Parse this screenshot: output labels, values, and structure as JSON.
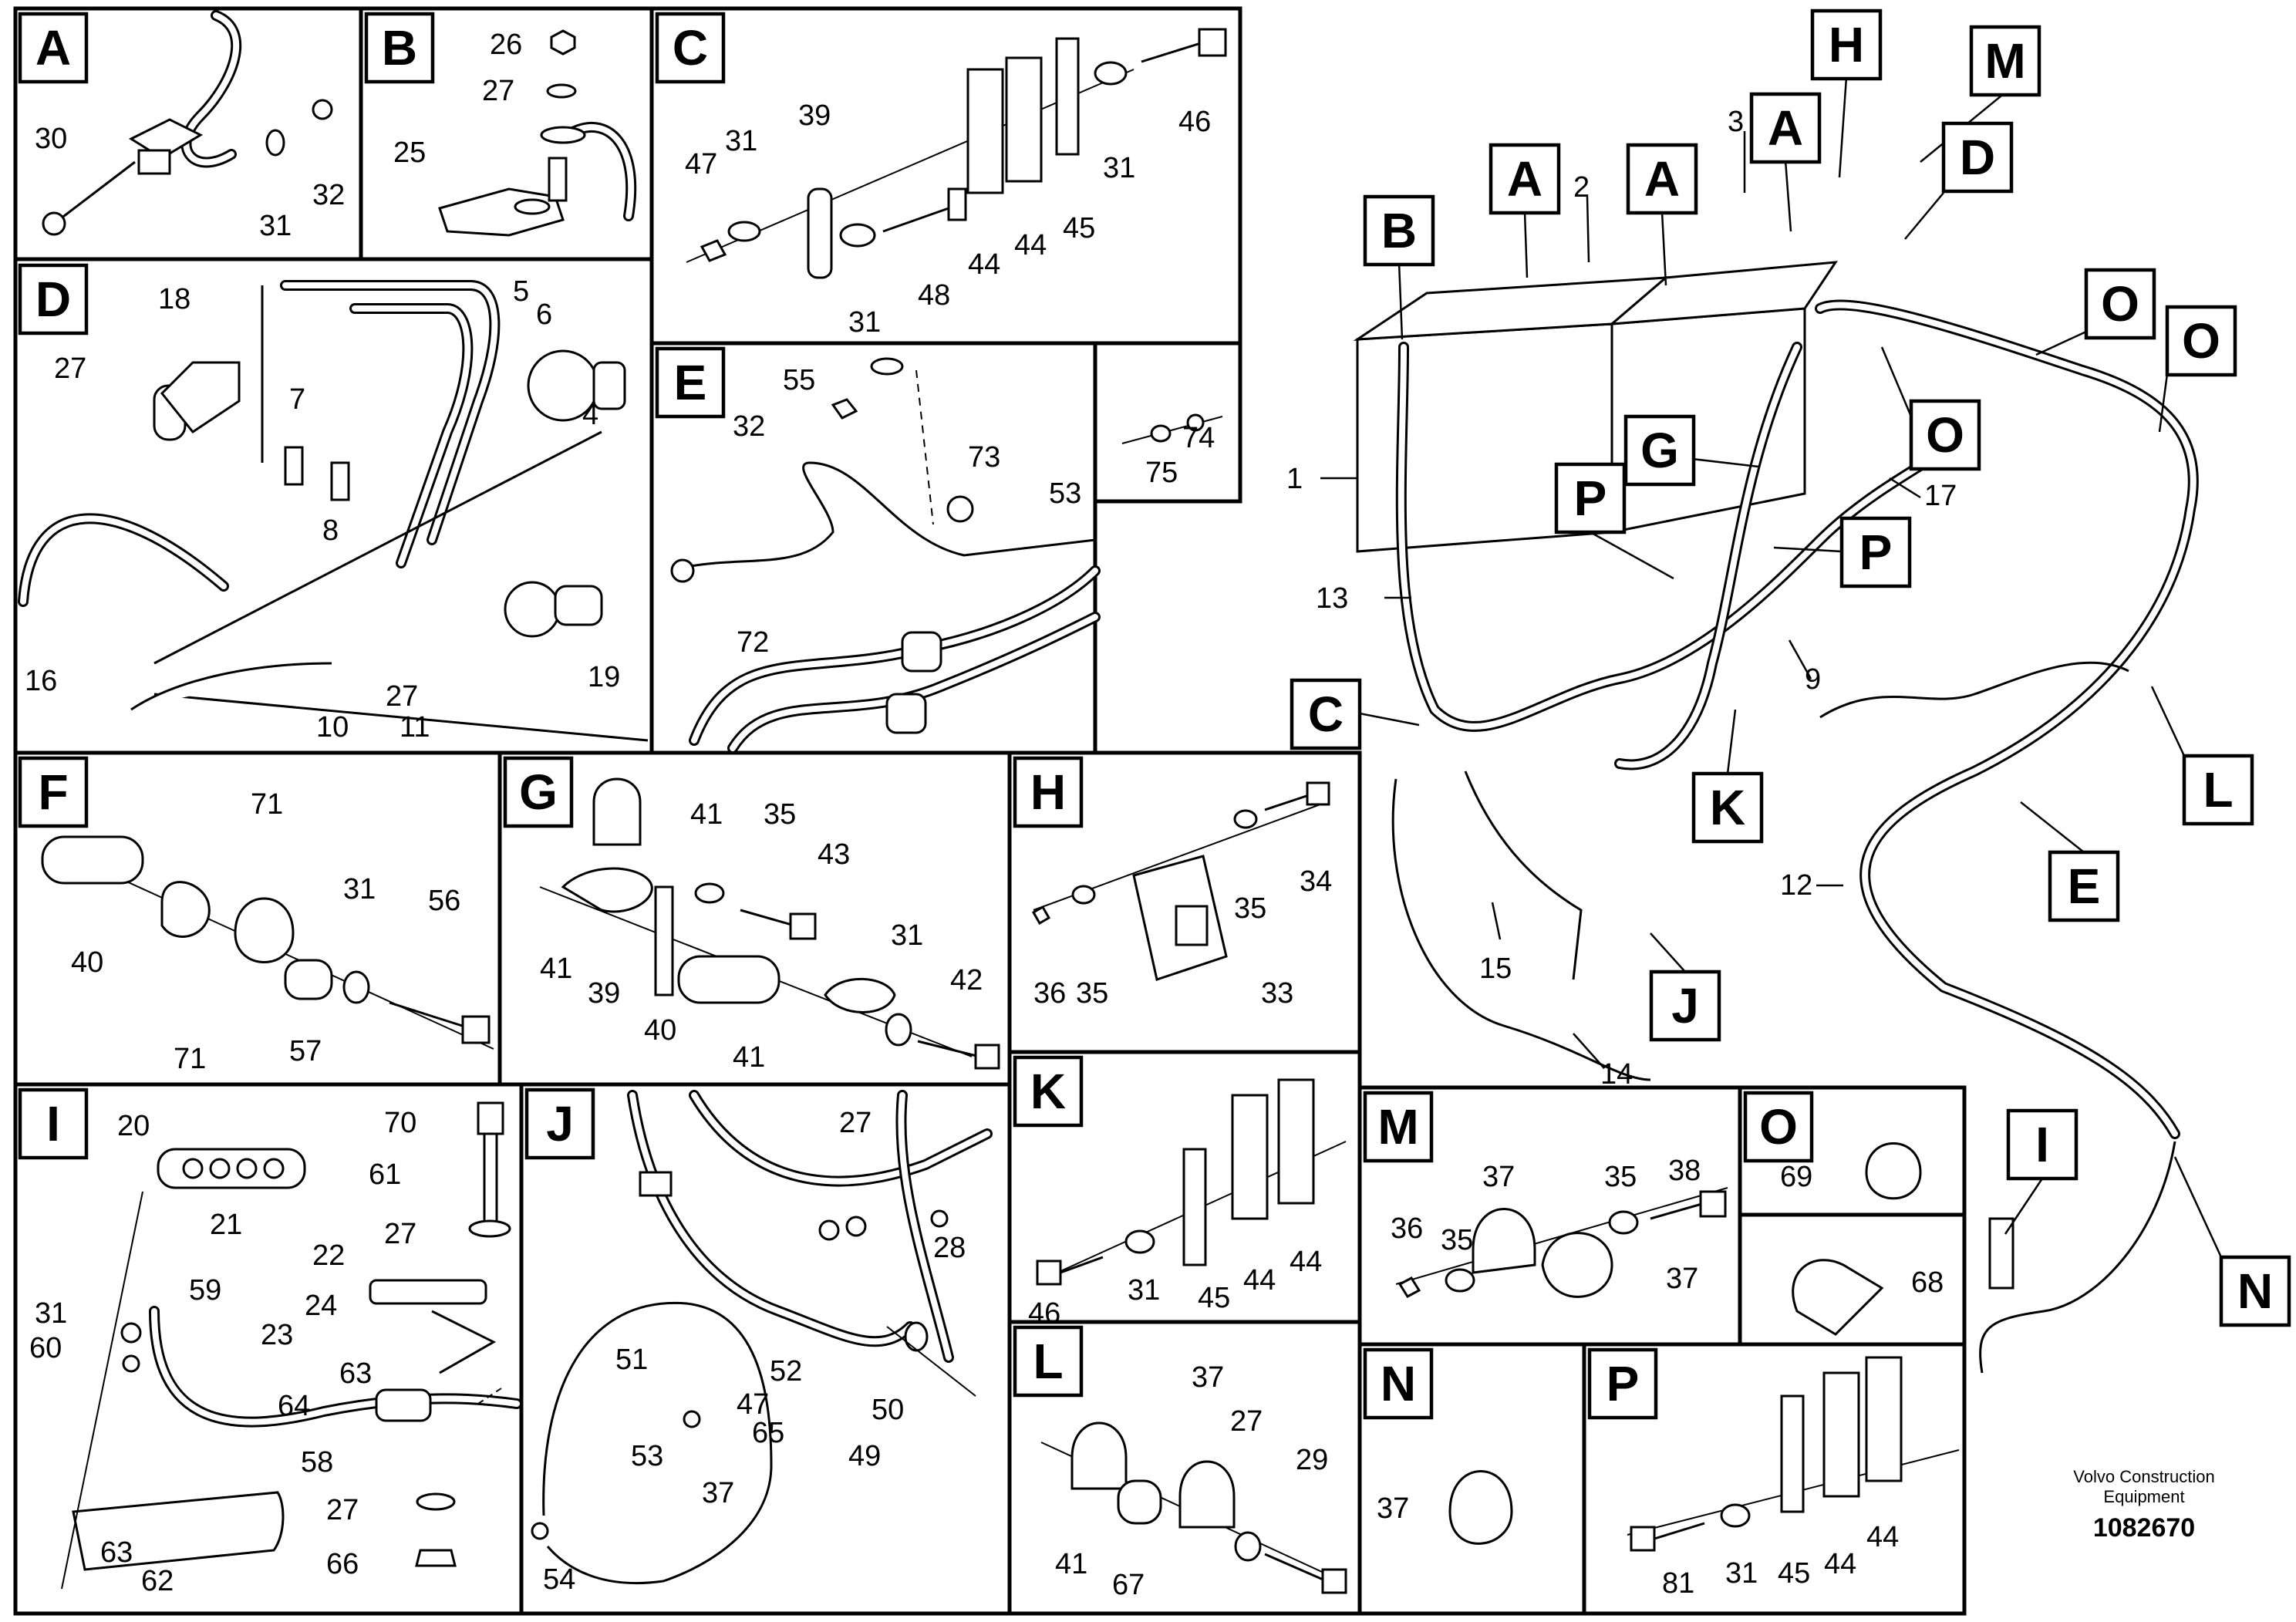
{
  "panels": {
    "A": {
      "letter": "A",
      "labels": [
        "30",
        "31",
        "32"
      ]
    },
    "B": {
      "letter": "B",
      "labels": [
        "26",
        "27",
        "25"
      ]
    },
    "C": {
      "letter": "C",
      "labels": [
        "39",
        "31",
        "47",
        "31",
        "48",
        "44",
        "44",
        "45",
        "31",
        "46"
      ]
    },
    "D": {
      "letter": "D",
      "labels": [
        "18",
        "27",
        "7",
        "8",
        "5",
        "6",
        "4",
        "16",
        "10",
        "11",
        "27",
        "19"
      ]
    },
    "E": {
      "letter": "E",
      "labels": [
        "55",
        "32",
        "73",
        "53",
        "72"
      ]
    },
    "E2": {
      "labels": [
        "75",
        "74"
      ]
    },
    "F": {
      "letter": "F",
      "labels": [
        "71",
        "40",
        "71",
        "57",
        "31",
        "56"
      ]
    },
    "G": {
      "letter": "G",
      "labels": [
        "41",
        "35",
        "43",
        "41",
        "39",
        "40",
        "41",
        "31",
        "42"
      ]
    },
    "H": {
      "letter": "H",
      "labels": [
        "34",
        "35",
        "36",
        "35",
        "33"
      ]
    },
    "I": {
      "letter": "I",
      "labels": [
        "20",
        "61",
        "21",
        "70",
        "22",
        "27",
        "24",
        "23",
        "31",
        "60",
        "59",
        "63",
        "64",
        "58",
        "27",
        "66",
        "63",
        "62"
      ]
    },
    "J": {
      "letter": "J",
      "labels": [
        "27",
        "28",
        "51",
        "52",
        "47",
        "65",
        "53",
        "37",
        "50",
        "49",
        "54"
      ]
    },
    "K": {
      "letter": "K",
      "labels": [
        "46",
        "31",
        "45",
        "44",
        "44"
      ]
    },
    "L": {
      "letter": "L",
      "labels": [
        "37",
        "27",
        "29",
        "41",
        "67"
      ]
    },
    "M": {
      "letter": "M",
      "labels": [
        "37",
        "35",
        "38",
        "36",
        "35",
        "37"
      ]
    },
    "N": {
      "letter": "N",
      "labels": [
        "37"
      ]
    },
    "O": {
      "letter": "O",
      "labels": [
        "69",
        "68"
      ]
    },
    "P": {
      "letter": "P",
      "labels": [
        "81",
        "31",
        "45",
        "44",
        "44"
      ]
    }
  },
  "main": {
    "callouts": [
      "B",
      "A",
      "A",
      "A",
      "H",
      "M",
      "D",
      "O",
      "O",
      "O",
      "G",
      "P",
      "P",
      "C",
      "K",
      "L",
      "E",
      "J",
      "I",
      "N"
    ],
    "labels": [
      "3",
      "2",
      "1",
      "13",
      "17",
      "9",
      "12",
      "15",
      "14"
    ]
  },
  "footer": {
    "company_line1": "Volvo Construction",
    "company_line2": "Equipment",
    "drawing_number": "1082670"
  }
}
